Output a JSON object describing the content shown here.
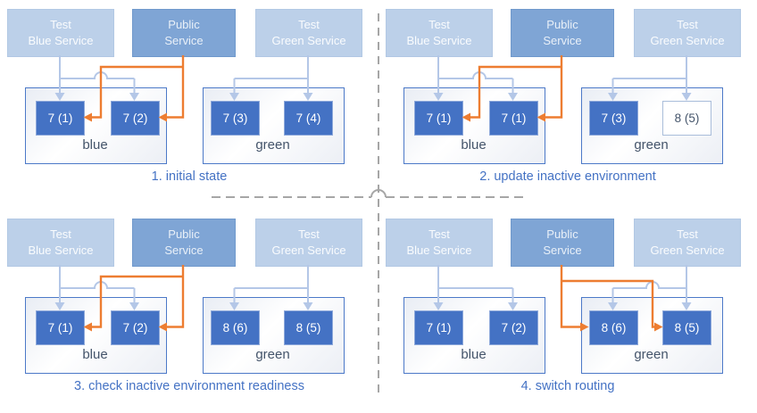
{
  "colors": {
    "public_route_arrow": "#ED7D31",
    "test_route_arrow": "#B4C7E7",
    "active_instance_fill": "#4472C4",
    "inactive_instance_fill": "#FFFFFF",
    "caption_text": "#4472C4",
    "environment_label_text": "#44546A",
    "divider": "#A6A6A6"
  },
  "panels": [
    {
      "caption": "1. initial state",
      "public_routes_to": "blue",
      "services": [
        {
          "label": "Test\nBlue Service"
        },
        {
          "label": "Public\nService"
        },
        {
          "label": "Test\nGreen Service"
        }
      ],
      "environments": [
        {
          "name": "blue",
          "instances": [
            {
              "label": "7 (1)",
              "active": true
            },
            {
              "label": "7 (2)",
              "active": true
            }
          ]
        },
        {
          "name": "green",
          "instances": [
            {
              "label": "7 (3)",
              "active": true
            },
            {
              "label": "7 (4)",
              "active": true
            }
          ]
        }
      ]
    },
    {
      "caption": "2. update inactive environment",
      "public_routes_to": "blue",
      "services": [
        {
          "label": "Test\nBlue Service"
        },
        {
          "label": "Public\nService"
        },
        {
          "label": "Test\nGreen Service"
        }
      ],
      "environments": [
        {
          "name": "blue",
          "instances": [
            {
              "label": "7 (1)",
              "active": true
            },
            {
              "label": "7 (1)",
              "active": true
            }
          ]
        },
        {
          "name": "green",
          "instances": [
            {
              "label": "7 (3)",
              "active": true
            },
            {
              "label": "8 (5)",
              "active": false
            }
          ]
        }
      ]
    },
    {
      "caption": "3. check inactive environment readiness",
      "public_routes_to": "blue",
      "services": [
        {
          "label": "Test\nBlue Service"
        },
        {
          "label": "Public\nService"
        },
        {
          "label": "Test\nGreen Service"
        }
      ],
      "environments": [
        {
          "name": "blue",
          "instances": [
            {
              "label": "7 (1)",
              "active": true
            },
            {
              "label": "7 (2)",
              "active": true
            }
          ]
        },
        {
          "name": "green",
          "instances": [
            {
              "label": "8 (6)",
              "active": true
            },
            {
              "label": "8 (5)",
              "active": true
            }
          ]
        }
      ]
    },
    {
      "caption": "4. switch routing",
      "public_routes_to": "green",
      "services": [
        {
          "label": "Test\nBlue Service"
        },
        {
          "label": "Public\nService"
        },
        {
          "label": "Test\nGreen Service"
        }
      ],
      "environments": [
        {
          "name": "blue",
          "instances": [
            {
              "label": "7 (1)",
              "active": true
            },
            {
              "label": "7 (2)",
              "active": true
            }
          ]
        },
        {
          "name": "green",
          "instances": [
            {
              "label": "8 (6)",
              "active": true
            },
            {
              "label": "8 (5)",
              "active": true
            }
          ]
        }
      ]
    }
  ]
}
